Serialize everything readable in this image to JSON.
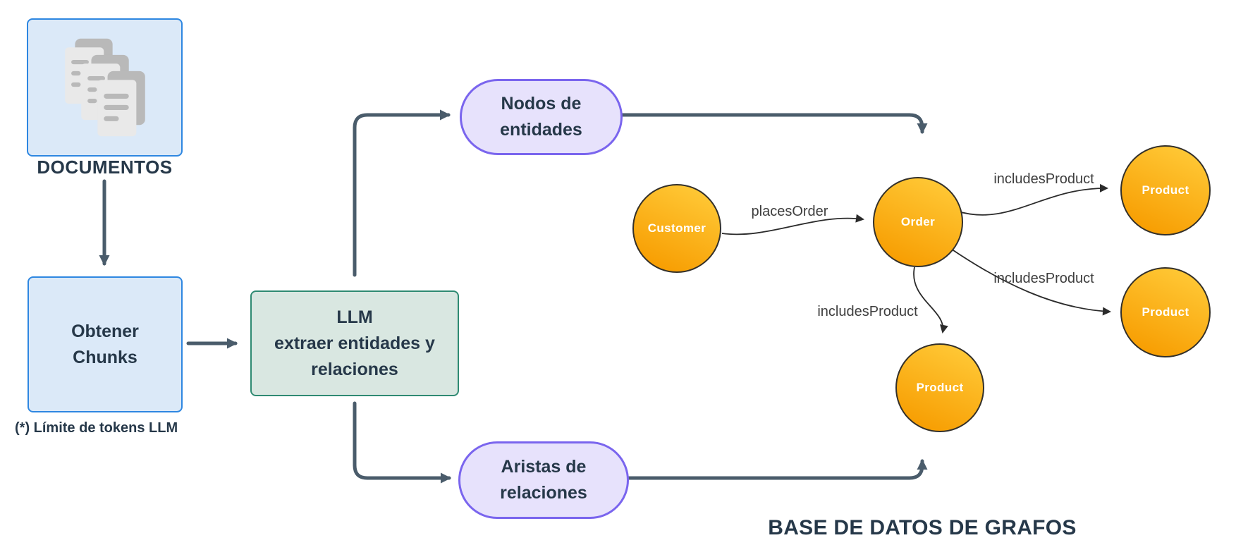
{
  "flow": {
    "documents": {
      "label": "DOCUMENTOS"
    },
    "chunks": {
      "line1": "Obtener",
      "line2": "Chunks"
    },
    "note": "(*) Límite de tokens LLM",
    "llm": {
      "line1": "LLM",
      "line2": "extraer entidades y",
      "line3": "relaciones"
    },
    "nodes_pill": {
      "line1": "Nodos de",
      "line2": "entidades"
    },
    "edges_pill": {
      "line1": "Aristas de",
      "line2": "relaciones"
    }
  },
  "graph": {
    "title": "BASE DE DATOS DE GRAFOS",
    "nodes": [
      {
        "id": "customer",
        "label": "Customer"
      },
      {
        "id": "order",
        "label": "Order"
      },
      {
        "id": "product-1",
        "label": "Product"
      },
      {
        "id": "product-2",
        "label": "Product"
      },
      {
        "id": "product-3",
        "label": "Product"
      }
    ],
    "edges": [
      {
        "from": "customer",
        "to": "order",
        "label": "placesOrder"
      },
      {
        "from": "order",
        "to": "product-1",
        "label": "includesProduct"
      },
      {
        "from": "order",
        "to": "product-2",
        "label": "includesProduct"
      },
      {
        "from": "order",
        "to": "product-3",
        "label": "includesProduct"
      }
    ]
  },
  "icons": {
    "documents_icon": "stacked-documents"
  },
  "colors": {
    "box_blue_border": "#2e87e1",
    "box_blue_fill": "#dbe9f8",
    "box_green_border": "#2f8a72",
    "box_green_fill": "#d9e7e1",
    "pill_purple_border": "#7a65ee",
    "pill_purple_fill": "#e7e2fc",
    "flow_arrow": "#4a5c6b",
    "graph_edge": "#2b2b2b",
    "node_gradient_light": "#ffc937",
    "node_gradient_dark": "#f79c00",
    "node_border": "#33302a",
    "text_navy": "#263849",
    "edge_label_gray": "#3e3e3e"
  }
}
